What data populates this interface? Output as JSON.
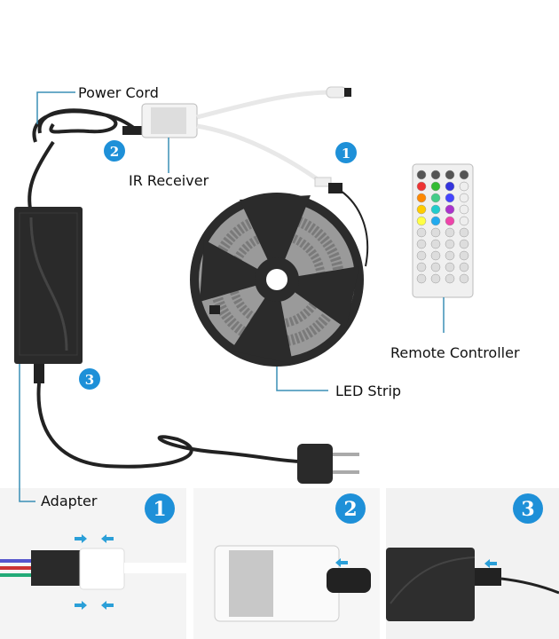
{
  "labels": {
    "power_cord": "Power Cord",
    "ir_receiver": "IR Receiver",
    "remote_controller": "Remote Controller",
    "led_strip": "LED Strip",
    "adapter": "Adapter"
  },
  "badges": {
    "one": "1",
    "two": "2",
    "three": "3"
  },
  "panels": [
    {
      "badge": "1"
    },
    {
      "badge": "2"
    },
    {
      "badge": "3"
    }
  ],
  "colors": {
    "badge_blue": "#1e90d8",
    "leader_line": "#3a8fb5",
    "device_black": "#2a2a2a",
    "arrow_blue": "#2a9fd8"
  }
}
